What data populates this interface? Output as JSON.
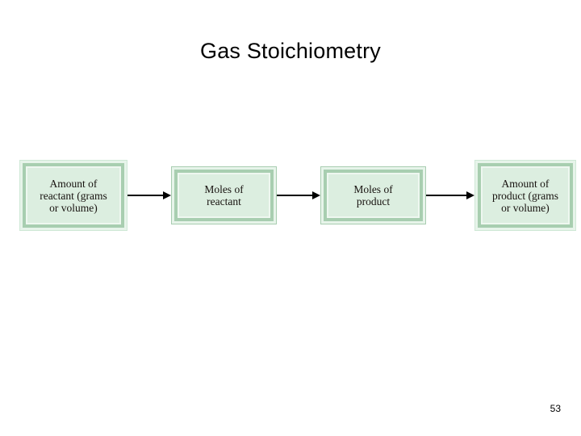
{
  "slide": {
    "title": "Gas Stoichiometry",
    "page_number": "53",
    "background_color": "#ffffff"
  },
  "theme": {
    "box_fill": "#dceee0",
    "box_ring_mid": "#a8ceb0",
    "box_ring_inner": "#eef7f0",
    "box_outer_border": "#cfe8d6",
    "box_outer_border_sharp": "#a9cdb1",
    "text_color": "#17120f",
    "arrow_color": "#000000"
  },
  "diagram": {
    "type": "flowchart",
    "orientation": "horizontal",
    "boxes": [
      {
        "id": "box-1",
        "label": "Amount of\nreactant (grams\nor volume)",
        "lines": 3
      },
      {
        "id": "box-2",
        "label": "Moles of\nreactant",
        "lines": 2
      },
      {
        "id": "box-3",
        "label": "Moles of\nproduct",
        "lines": 2
      },
      {
        "id": "box-4",
        "label": "Amount of\nproduct (grams\nor volume)",
        "lines": 3
      }
    ],
    "arrows": [
      {
        "id": "arrow-1",
        "from": "box-1",
        "to": "box-2",
        "style": "solid-filled-head"
      },
      {
        "id": "arrow-2",
        "from": "box-2",
        "to": "box-3",
        "style": "solid-filled-head"
      },
      {
        "id": "arrow-3",
        "from": "box-3",
        "to": "box-4",
        "style": "solid-filled-head"
      }
    ]
  }
}
